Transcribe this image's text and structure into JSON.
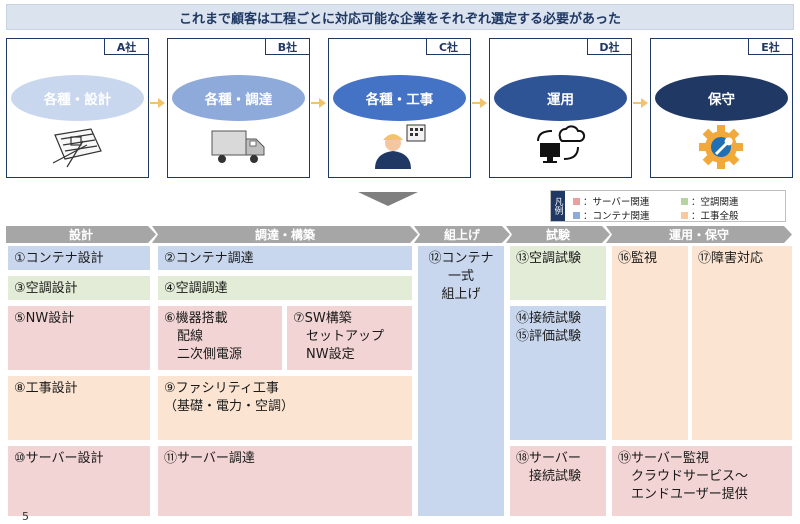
{
  "banner": "これまで顧客は工程ごとに対応可能な企業をそれぞれ選定する必要があった",
  "companies": [
    {
      "label": "A社",
      "phase": "各種・設計",
      "color": "#c9d7ee",
      "text_color": "#ffffff",
      "icon": "blueprint-icon"
    },
    {
      "label": "B社",
      "phase": "各種・調達",
      "color": "#8eaadb",
      "text_color": "#ffffff",
      "icon": "truck-icon"
    },
    {
      "label": "C社",
      "phase": "各種・工事",
      "color": "#4472c4",
      "text_color": "#ffffff",
      "icon": "worker-icon"
    },
    {
      "label": "D社",
      "phase": "運用",
      "color": "#2f5496",
      "text_color": "#ffffff",
      "icon": "cloud-monitor-icon"
    },
    {
      "label": "E社",
      "phase": "保守",
      "color": "#1f3864",
      "text_color": "#ffffff",
      "icon": "gear-wrench-icon"
    }
  ],
  "legend": {
    "title": "凡例",
    "items": [
      {
        "text": "：サーバー関連",
        "color": "#e8a0a0"
      },
      {
        "text": "：空調関連",
        "color": "#b7d3a0"
      },
      {
        "text": "：コンテナ関連",
        "color": "#8eaadb"
      },
      {
        "text": "：工事全般",
        "color": "#f6c9a0"
      }
    ]
  },
  "phases": [
    "設計",
    "調達・構築",
    "組上げ",
    "試験",
    "運用・保守"
  ],
  "tasks": {
    "t1": "①コンテナ設計",
    "t2": "②コンテナ調達",
    "t3": "③空調設計",
    "t4": "④空調調達",
    "t5": "⑤NW設計",
    "t6": "⑥機器搭載\n　配線\n　二次側電源",
    "t7": "⑦SW構築\n　セットアップ\n　NW設定",
    "t8": "⑧工事設計",
    "t9": "⑨ファシリティ工事\n（基礎・電力・空調）",
    "t10": "⑩サーバー設計",
    "t11": "⑪サーバー調達",
    "t12": "⑫コンテナ\n一式\n組上げ",
    "t13": "⑬空調試験",
    "t14": "⑭接続試験\n⑮評価試験",
    "t18": "⑱サーバー\n　接続試験",
    "t16": "⑯監視",
    "t17": "⑰障害対応",
    "t19": "⑲サーバー監視\n　クラウドサービス～\n　エンドユーザー提供"
  },
  "page_number": "5"
}
